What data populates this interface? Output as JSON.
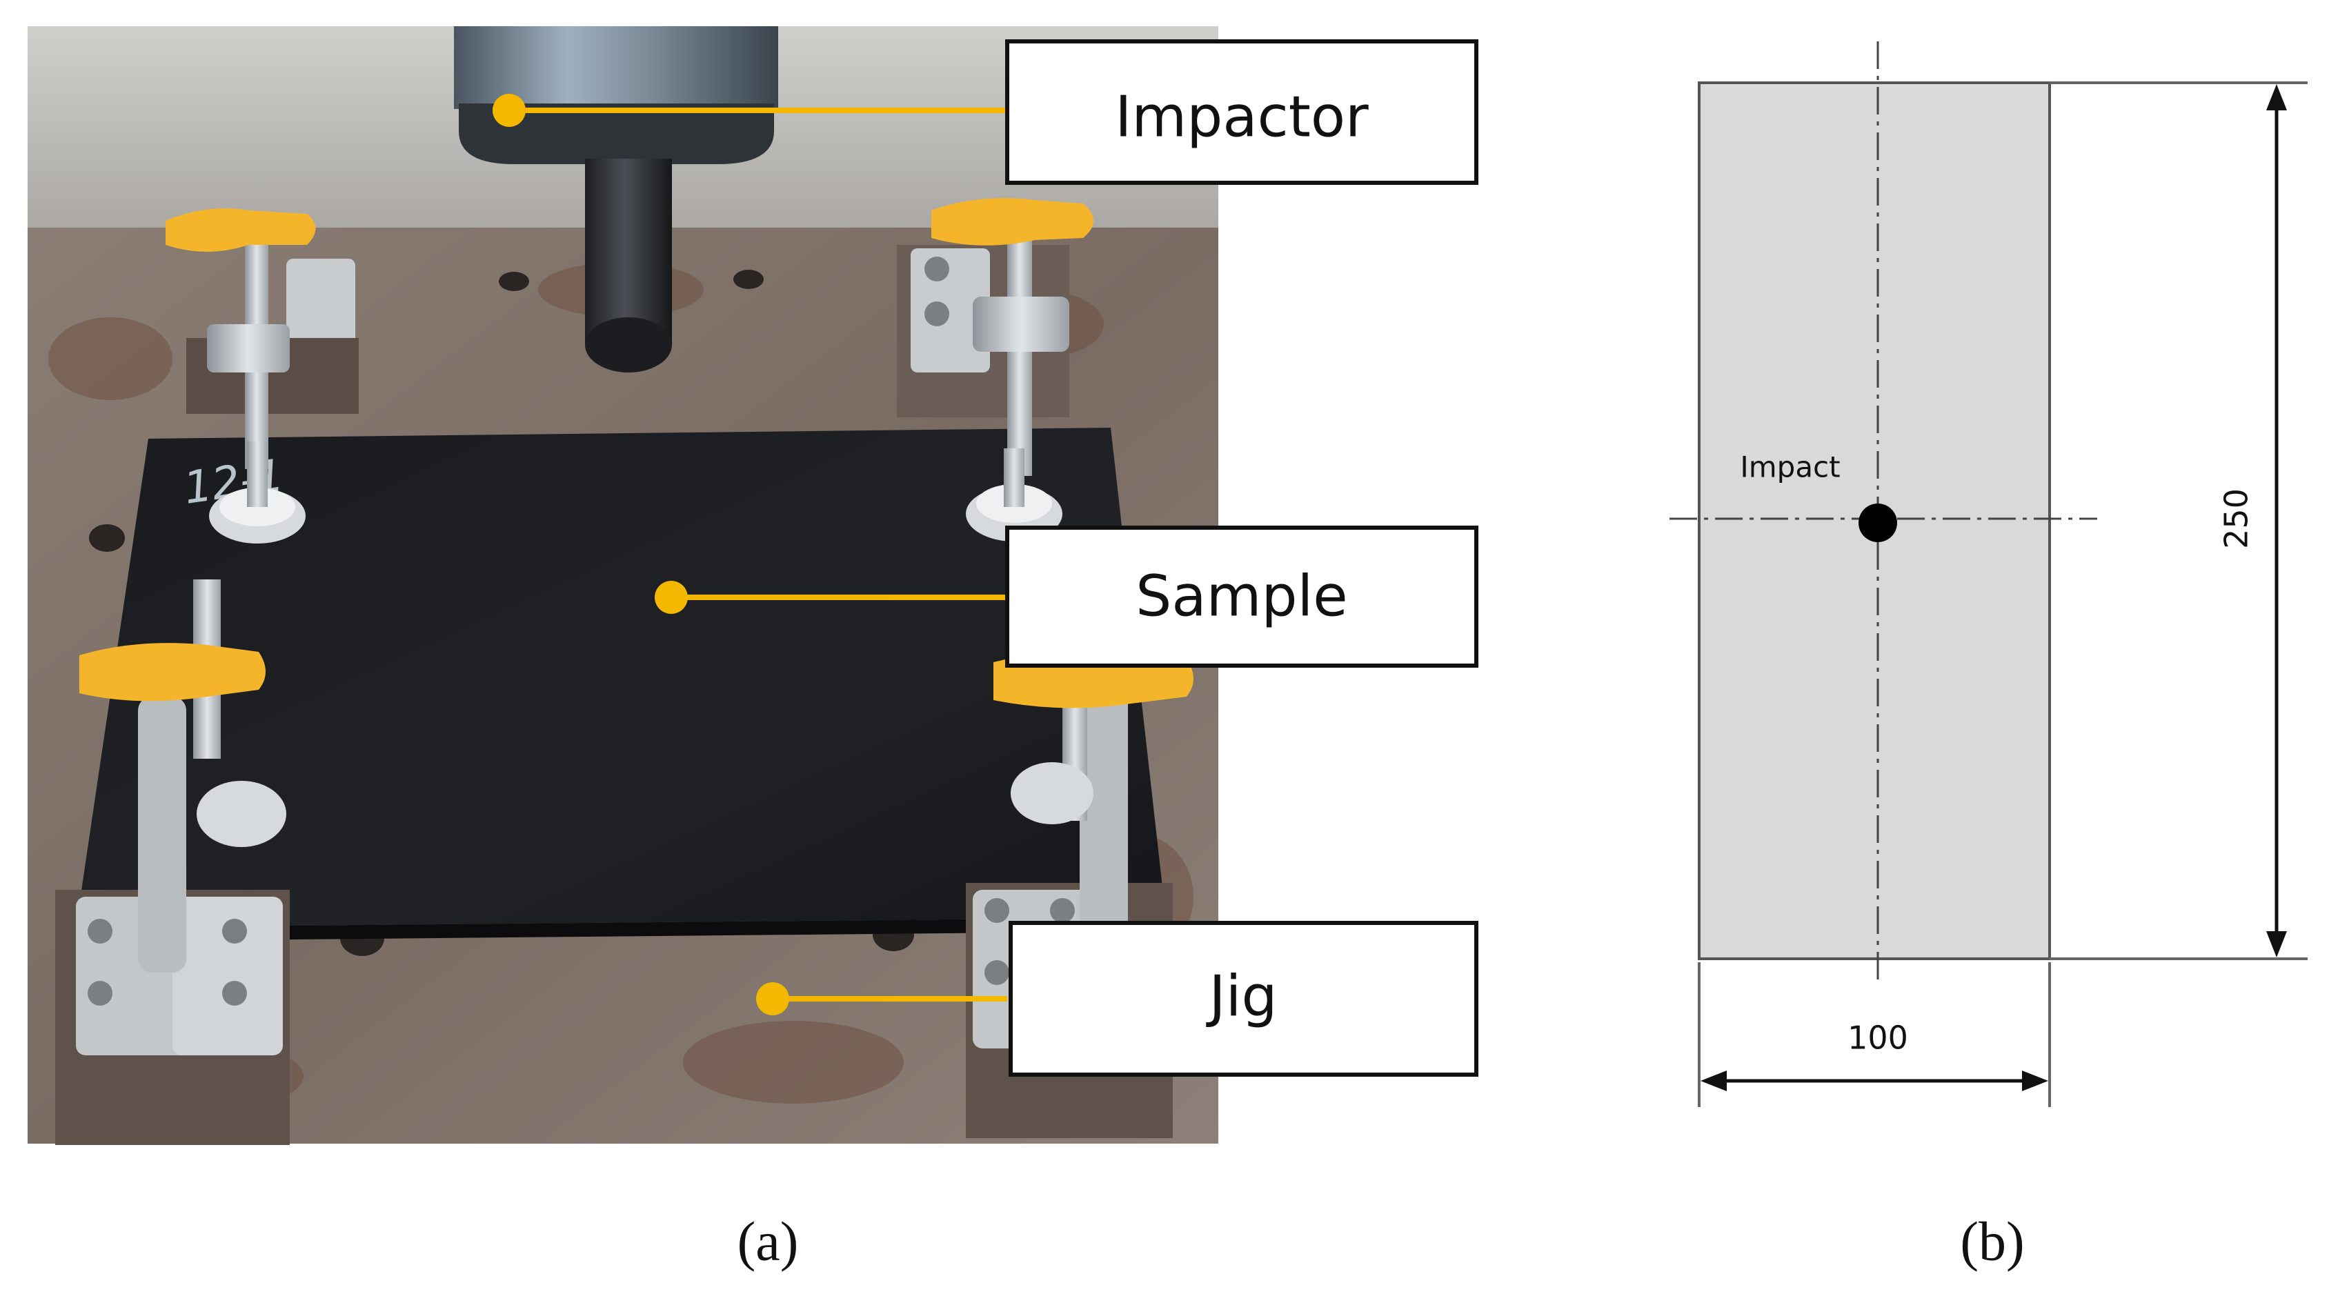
{
  "panel_a": {
    "callouts": {
      "impactor": "Impactor",
      "sample": "Sample",
      "jig": "Jig"
    },
    "sample_marking": "12-1",
    "caption": "(a)"
  },
  "panel_b": {
    "impact_label": "Impact",
    "width_dimension": "100",
    "height_dimension": "250",
    "caption": "(b)"
  },
  "colors": {
    "callout_line": "#f5b800",
    "clamp_handle": "#f4b52a",
    "sample_plate": "#17181b",
    "drawing_fill": "#d9d9d9"
  }
}
